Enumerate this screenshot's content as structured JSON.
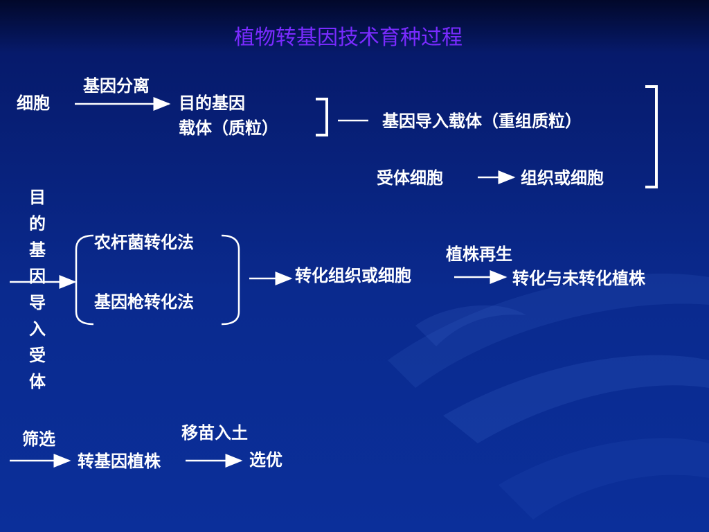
{
  "title": "植物转基因技术育种过程",
  "row1": {
    "start": "细胞",
    "arrow_label": "基因分离",
    "target_gene": "目的基因",
    "vector": "载体（质粒）",
    "recombinant": "基因导入载体（重组质粒）",
    "receptor": "受体细胞",
    "tissue": "组织或细胞"
  },
  "row2": {
    "vertical_label_top": "目的基因",
    "vertical_label_bottom": "导入受体",
    "method1": "农杆菌转化法",
    "method2": "基因枪转化法",
    "transformed": "转化组织或细胞",
    "regen_label": "植株再生",
    "plants": "转化与未转化植株"
  },
  "row3": {
    "screen_label": "筛选",
    "transgenic": "转基因植株",
    "move_label": "移苗入土",
    "select": "选优"
  }
}
